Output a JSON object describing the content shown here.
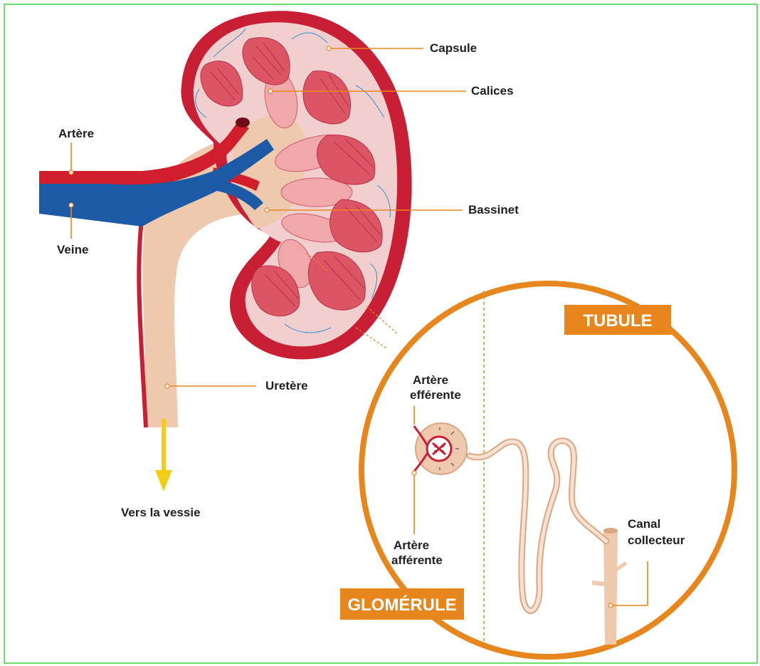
{
  "labels": {
    "capsule": "Capsule",
    "calices": "Calices",
    "artere": "Artère",
    "veine": "Veine",
    "bassinet": "Bassinet",
    "uretere": "Uretère",
    "vers_vessie": "Vers la vessie",
    "artere_efferente_1": "Artère",
    "artere_efferente_2": "efférente",
    "artere_afferente_1": "Artère",
    "artere_afferente_2": "afférente",
    "canal_collecteur_1": "Canal",
    "canal_collecteur_2": "collecteur"
  },
  "badges": {
    "tubule": "TUBULE",
    "glomerule": "GLOMÉRULE"
  },
  "colors": {
    "frame_border": "#3fd13f",
    "orange": "#e8861e",
    "artery_red": "#d01e2c",
    "vein_blue": "#1d5aa6",
    "kidney_outer": "#c81f35",
    "cortex": "#f2cfcf",
    "pyramid": "#dc5565",
    "pelvis_beige": "#efc9ae",
    "arrow_yellow": "#f3cc15"
  }
}
